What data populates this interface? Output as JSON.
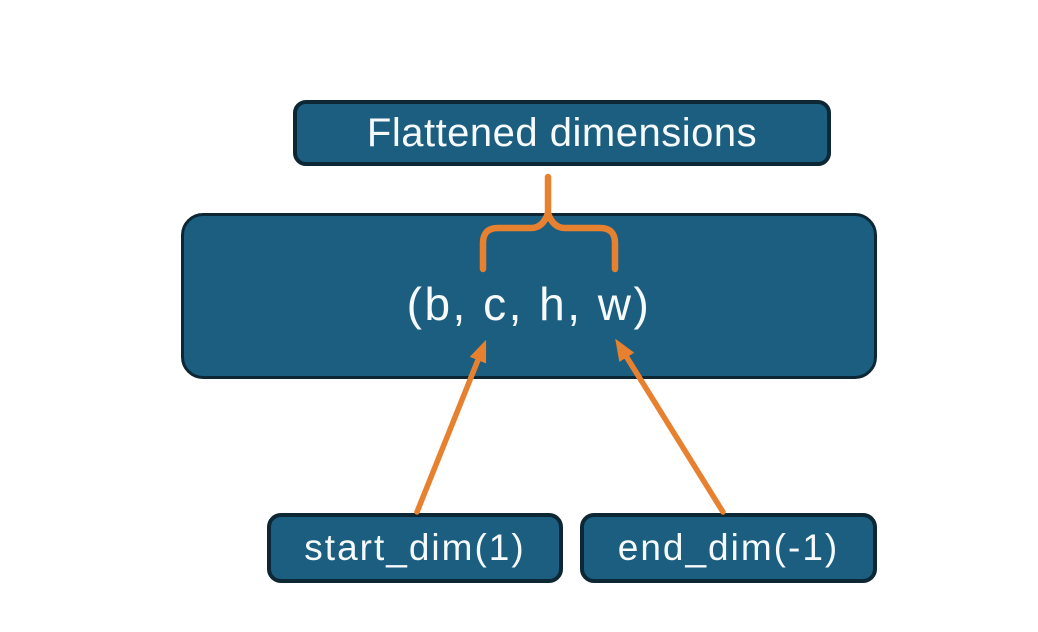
{
  "diagram": {
    "title_box": {
      "label": "Flattened dimensions"
    },
    "tensor_box": {
      "label": "(b, c, h, w)"
    },
    "start_box": {
      "label": "start_dim(1)"
    },
    "end_box": {
      "label": "end_dim(-1)"
    }
  },
  "palette": {
    "background": "#ffffff",
    "box_fill": "#1b5e80",
    "box_border": "#0d2734",
    "connector_orange": "#e8812f",
    "text_color": "#f7fafb"
  }
}
